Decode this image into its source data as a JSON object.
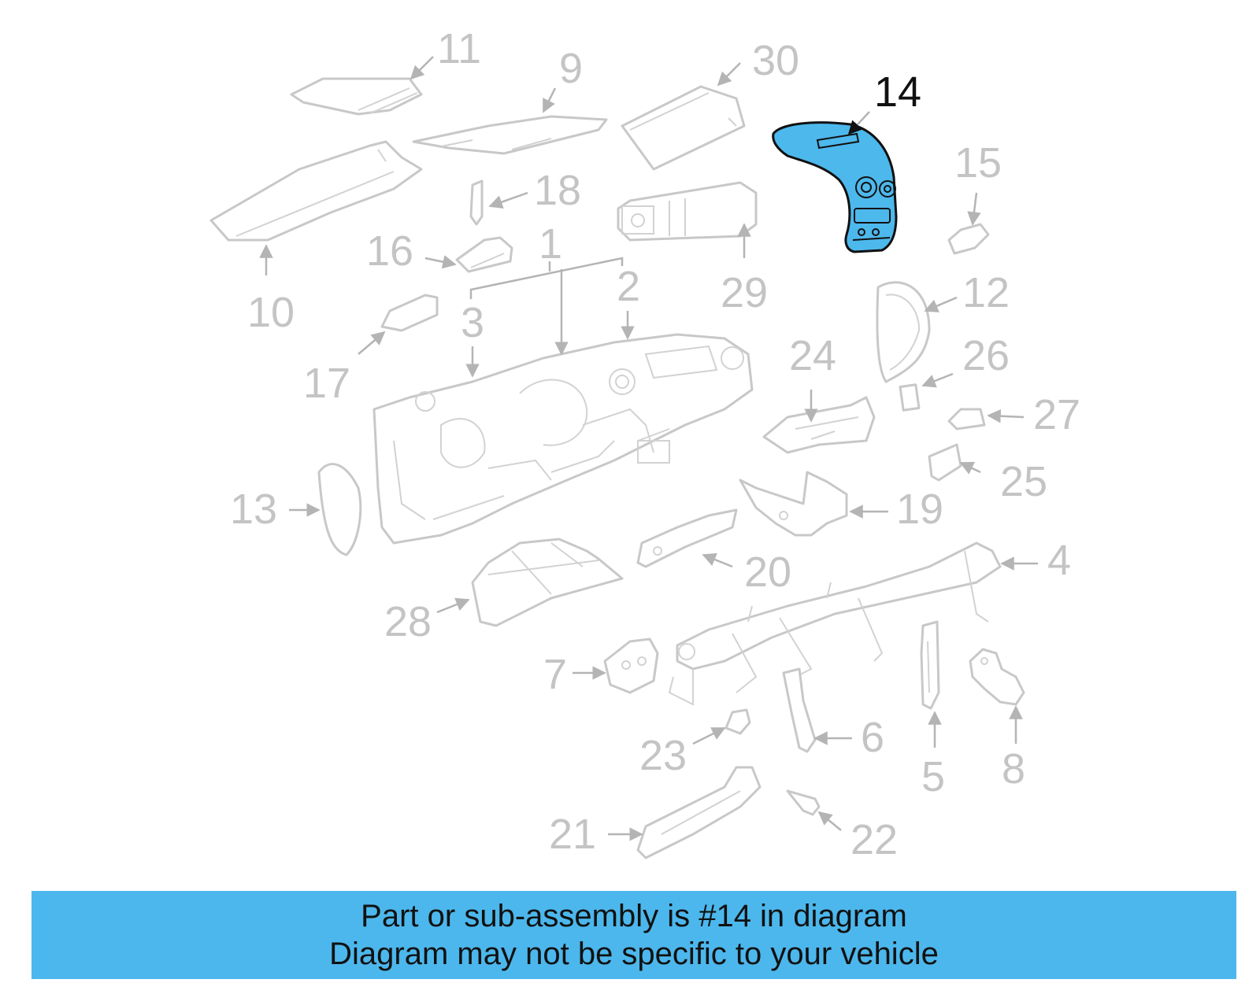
{
  "diagram": {
    "highlighted_part": "14",
    "highlight_color": "#4db8ec",
    "callouts": {
      "c1": "1",
      "c2": "2",
      "c3": "3",
      "c4": "4",
      "c5": "5",
      "c6": "6",
      "c7": "7",
      "c8": "8",
      "c9": "9",
      "c10": "10",
      "c11": "11",
      "c12": "12",
      "c13": "13",
      "c14": "14",
      "c15": "15",
      "c16": "16",
      "c17": "17",
      "c18": "18",
      "c19": "19",
      "c20": "20",
      "c21": "21",
      "c22": "22",
      "c23": "23",
      "c24": "24",
      "c25": "25",
      "c26": "26",
      "c27": "27",
      "c28": "28",
      "c29": "29",
      "c30": "30"
    }
  },
  "banner": {
    "line1": "Part or sub-assembly is #14 in diagram",
    "line2": "Diagram may not be specific to your vehicle",
    "background": "#4cb7ec"
  }
}
